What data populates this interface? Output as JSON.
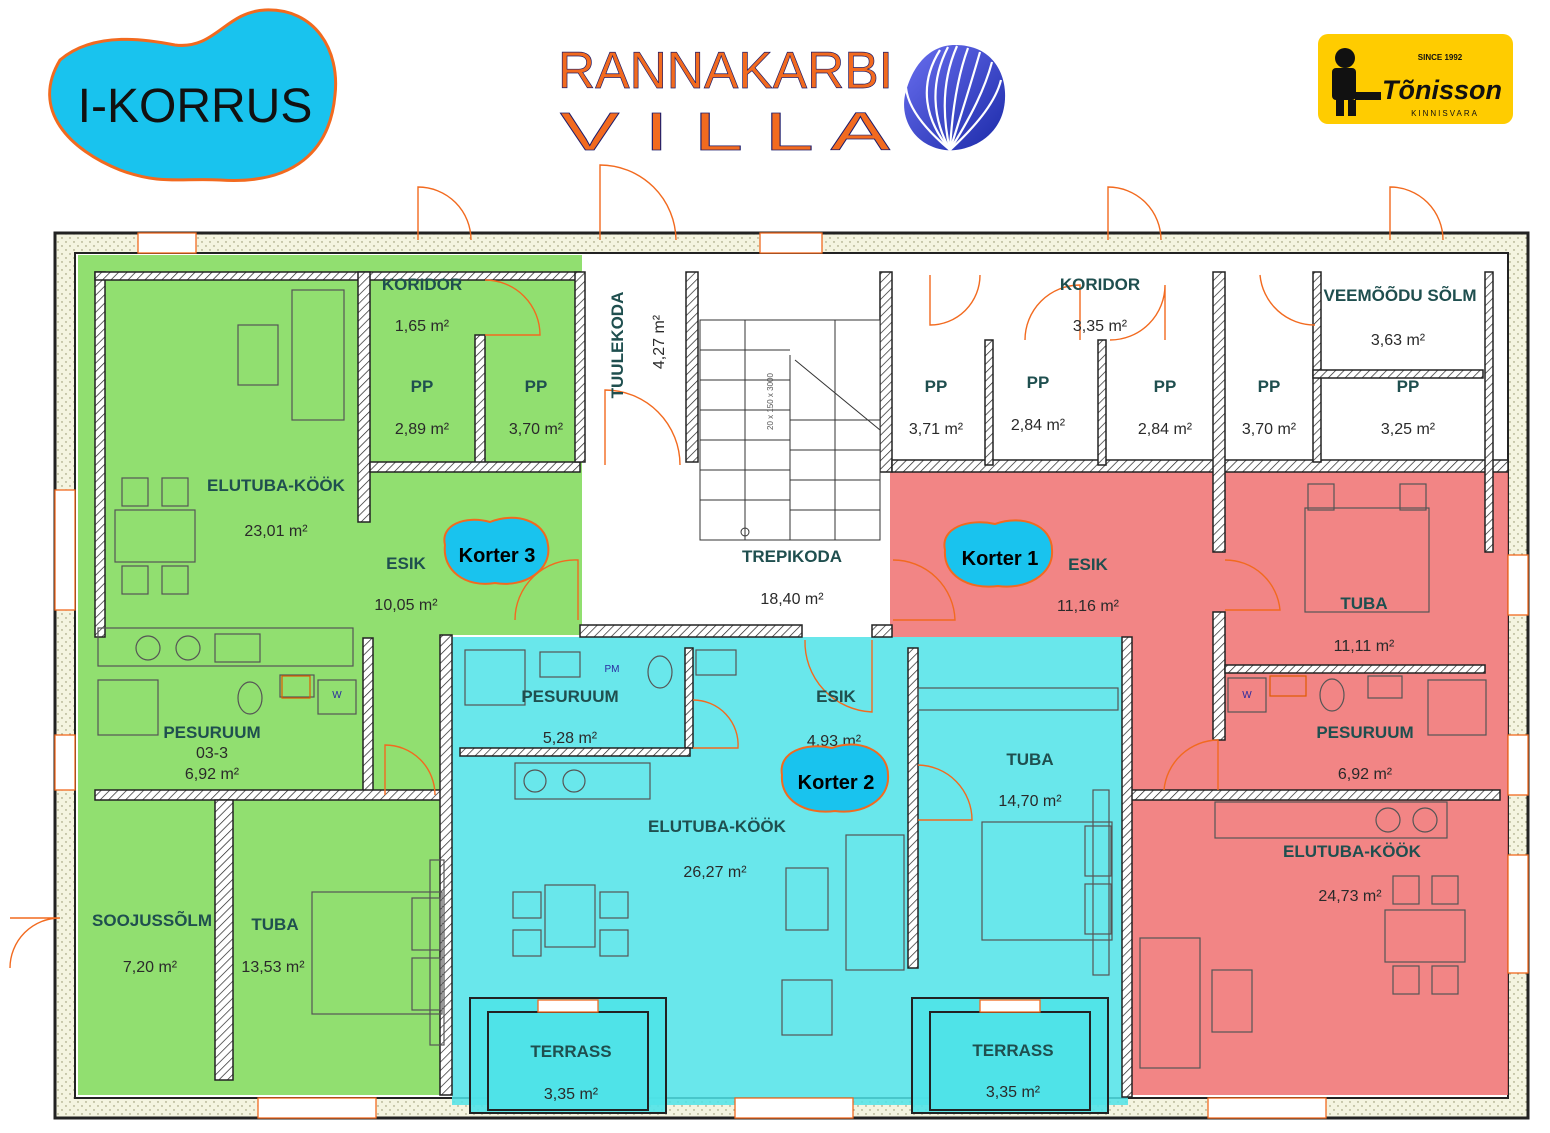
{
  "floor_badge": "I-KORRUS",
  "brand": {
    "line1": "RANNAKARBI",
    "line2": "V I L L A",
    "logo_since": "SINCE 1992",
    "logo_name": "Tõnisson",
    "logo_sub": "KINNISVARA",
    "shell_icon": "shell-icon",
    "mascot_icon": "mascot-icon"
  },
  "colors": {
    "korter3": "#7ed957",
    "korter2": "#4fe3e8",
    "korter1": "#f07070",
    "badge": "#19c3ee",
    "accent": "#f26a1f"
  },
  "apartments": [
    {
      "key": "korter3",
      "label": "Korter 3"
    },
    {
      "key": "korter2",
      "label": "Korter 2"
    },
    {
      "key": "korter1",
      "label": "Korter 1"
    }
  ],
  "rooms": {
    "k3_koridor": {
      "name": "KORIDOR",
      "area": "1,65 m²"
    },
    "k3_pp1": {
      "name": "PP",
      "area": "2,89 m²"
    },
    "k3_pp2": {
      "name": "PP",
      "area": "3,70 m²"
    },
    "k3_elutuba": {
      "name": "ELUTUBA-KÖÖK",
      "area": "23,01 m²"
    },
    "k3_esik": {
      "name": "ESIK",
      "area": "10,05 m²"
    },
    "k3_pesuruum": {
      "name": "PESURUUM",
      "code": "03-3",
      "area": "6,92 m²"
    },
    "k3_soojussolm": {
      "name": "SOOJUSSÕLM",
      "area": "7,20 m²"
    },
    "k3_tuba": {
      "name": "TUBA",
      "area": "13,53 m²"
    },
    "tuulekoda": {
      "name": "TUULEKODA",
      "area": "4,27 m²"
    },
    "trepikoda": {
      "name": "TREPIKODA",
      "area": "18,40 m²",
      "stair_note": "20 x 150 x 3000"
    },
    "koridor_r": {
      "name": "KORIDOR",
      "area": "3,35 m²"
    },
    "veemoodu": {
      "name": "VEEMÕÕDU SÕLM",
      "area": "3,63 m²"
    },
    "pp_a": {
      "name": "PP",
      "area": "3,71 m²"
    },
    "pp_b": {
      "name": "PP",
      "area": "2,84 m²"
    },
    "pp_c": {
      "name": "PP",
      "area": "2,84 m²"
    },
    "pp_d": {
      "name": "PP",
      "area": "3,70 m²"
    },
    "pp_e": {
      "name": "PP",
      "area": "3,25 m²"
    },
    "k2_pesuruum": {
      "name": "PESURUUM",
      "area": "5,28 m²",
      "pm": "PM"
    },
    "k2_esik": {
      "name": "ESIK",
      "area": "4,93 m²"
    },
    "k2_elutuba": {
      "name": "ELUTUBA-KÖÖK",
      "area": "26,27 m²"
    },
    "k2_tuba": {
      "name": "TUBA",
      "area": "14,70 m²"
    },
    "terrass_l": {
      "name": "TERRASS",
      "area": "3,35 m²"
    },
    "terrass_r": {
      "name": "TERRASS",
      "area": "3,35 m²"
    },
    "k1_esik": {
      "name": "ESIK",
      "area": "11,16 m²"
    },
    "k1_tuba": {
      "name": "TUBA",
      "area": "11,11 m²"
    },
    "k1_pesuruum": {
      "name": "PESURUUM",
      "area": "6,92 m²"
    },
    "k1_elutuba": {
      "name": "ELUTUBA-KÖÖK",
      "area": "24,73 m²"
    }
  },
  "fixtures": {
    "w_label": "W",
    "w_label2": "W"
  }
}
